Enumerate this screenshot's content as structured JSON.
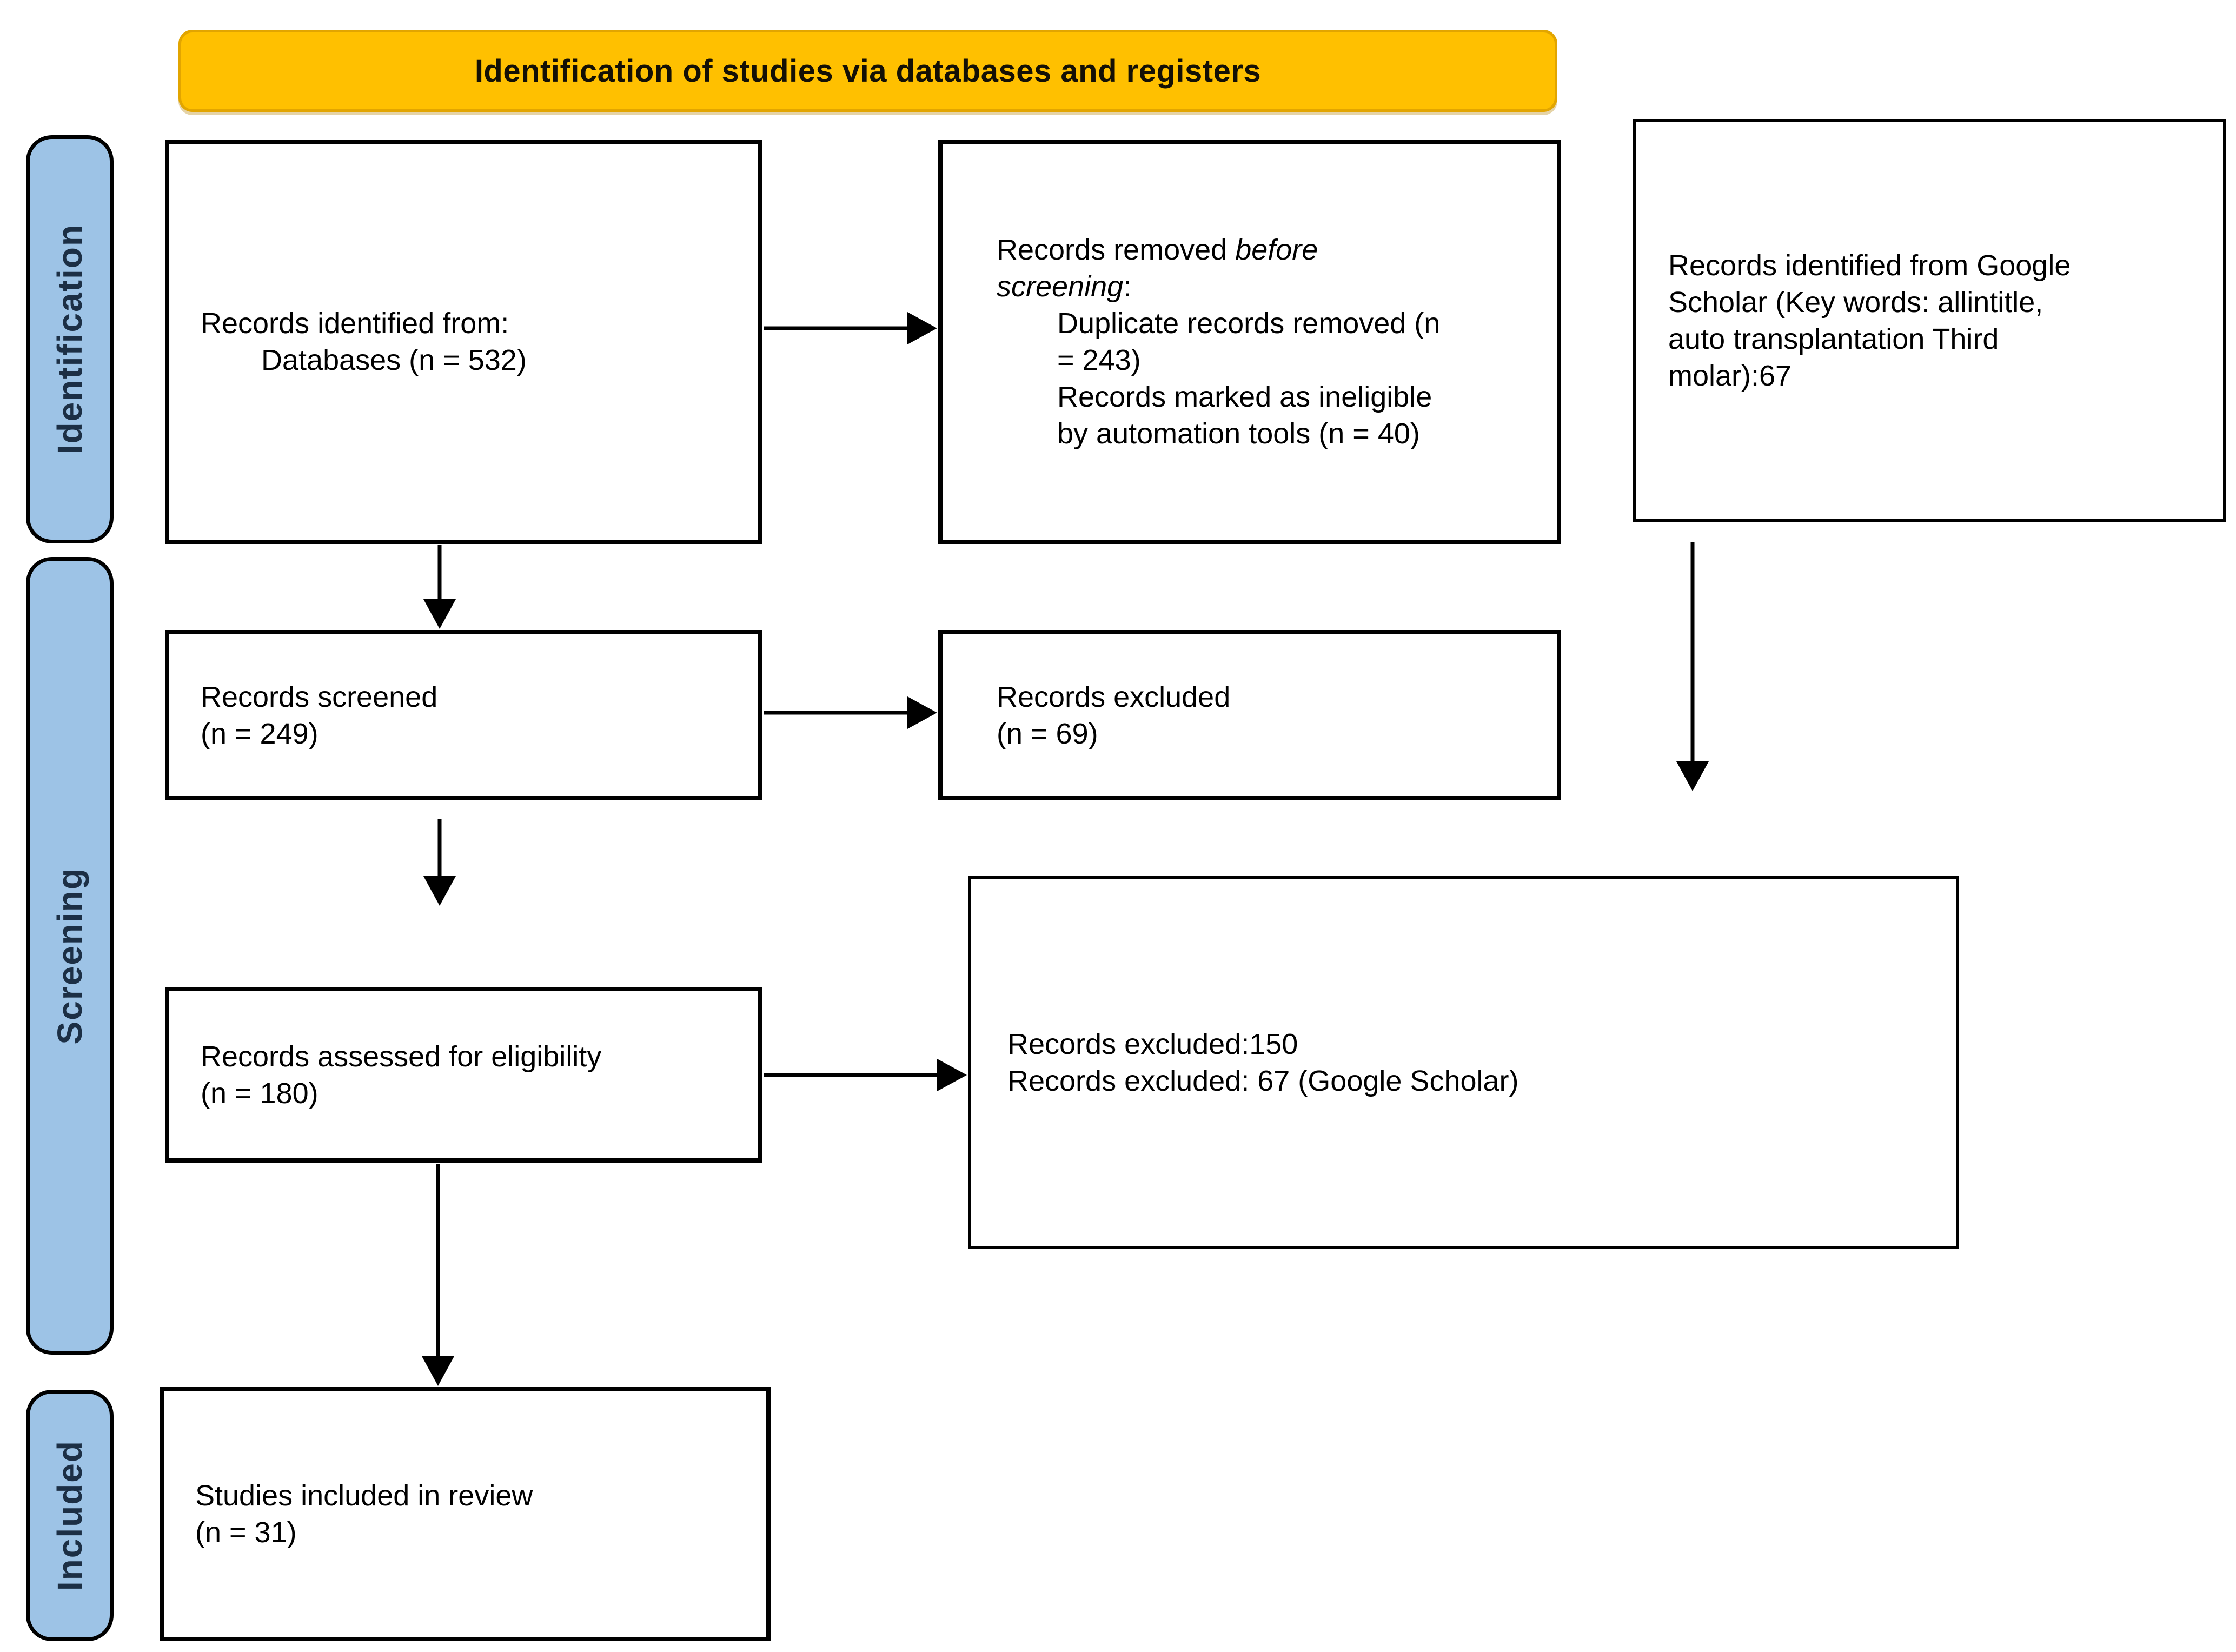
{
  "banner": {
    "label": "Identification of studies via databases and registers"
  },
  "sidebar": [
    {
      "id": "identification",
      "label": "Identification"
    },
    {
      "id": "screening",
      "label": "Screening"
    },
    {
      "id": "included",
      "label": "Included"
    }
  ],
  "boxes": {
    "identified": {
      "lines": [
        {
          "segs": [
            {
              "t": "Records identified from:"
            }
          ]
        },
        {
          "indent": true,
          "segs": [
            {
              "t": "Databases (n = 532)"
            }
          ]
        }
      ]
    },
    "removed": {
      "lines": [
        {
          "segs": [
            {
              "t": "Records removed "
            },
            {
              "t": "before",
              "i": true
            }
          ]
        },
        {
          "segs": [
            {
              "t": "screening",
              "i": true
            },
            {
              "t": ":"
            }
          ]
        },
        {
          "indent": true,
          "segs": [
            {
              "t": "Duplicate records removed (n"
            }
          ]
        },
        {
          "indent": true,
          "segs": [
            {
              "t": "= 243)"
            }
          ]
        },
        {
          "indent": true,
          "segs": [
            {
              "t": "Records marked as ineligible"
            }
          ]
        },
        {
          "indent": true,
          "segs": [
            {
              "t": "by automation tools (n = 40)"
            }
          ]
        }
      ]
    },
    "google": {
      "lines": [
        {
          "segs": [
            {
              "t": "Records identified from Google"
            }
          ]
        },
        {
          "segs": [
            {
              "t": "Scholar (Key words: allintitle,"
            }
          ]
        },
        {
          "segs": [
            {
              "t": "auto transplantation Third"
            }
          ]
        },
        {
          "segs": [
            {
              "t": "molar):67"
            }
          ]
        }
      ]
    },
    "screened": {
      "lines": [
        {
          "segs": [
            {
              "t": "Records screened"
            }
          ]
        },
        {
          "segs": [
            {
              "t": "(n = 249)"
            }
          ]
        }
      ]
    },
    "excluded": {
      "lines": [
        {
          "segs": [
            {
              "t": "Records excluded"
            }
          ]
        },
        {
          "segs": [
            {
              "t": "(n = 69)"
            }
          ]
        }
      ]
    },
    "assessed": {
      "lines": [
        {
          "segs": [
            {
              "t": "Records assessed for eligibility"
            }
          ]
        },
        {
          "segs": [
            {
              "t": "(n = 180)"
            }
          ]
        }
      ]
    },
    "excluded_big": {
      "lines": [
        {
          "segs": [
            {
              "t": "Records excluded:150"
            }
          ]
        },
        {
          "segs": [
            {
              "t": "Records excluded: 67 (Google Scholar)"
            }
          ]
        }
      ]
    },
    "included": {
      "lines": [
        {
          "segs": [
            {
              "t": "Studies included in review"
            }
          ]
        },
        {
          "segs": [
            {
              "t": "(n = 31)"
            }
          ]
        }
      ]
    }
  },
  "colors": {
    "banner_fill": "#FFC000",
    "banner_border": "#E2A500",
    "sidebar_fill": "#9DC3E6",
    "sidebar_text": "#1C2F45",
    "line_color": "#000000"
  }
}
